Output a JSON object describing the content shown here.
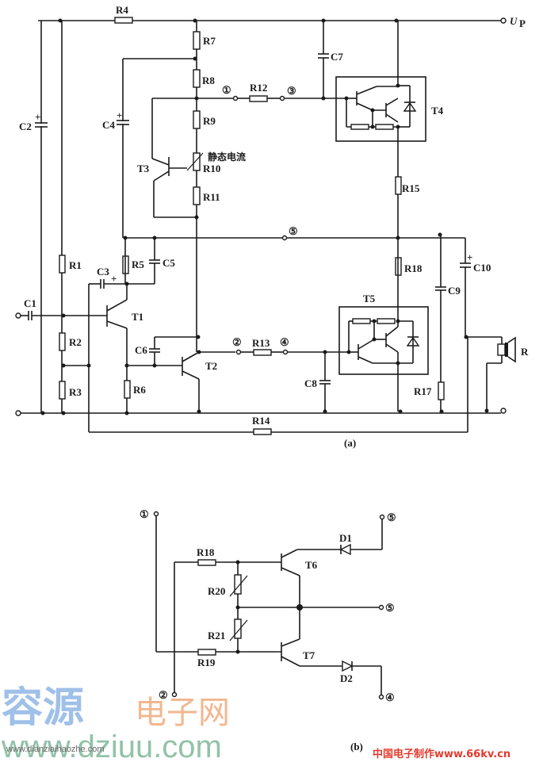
{
  "diagram": {
    "supply_label": "U",
    "supply_subscript": "P",
    "caption_a": "(a)",
    "caption_b": "(b)",
    "quiescent_current_label": "静态电流",
    "resistors_a": [
      "R4",
      "R7",
      "R8",
      "R9",
      "R10",
      "R11",
      "R12",
      "R13",
      "R14",
      "R15",
      "R18",
      "R17",
      "R1",
      "R2",
      "R3",
      "R5",
      "R6"
    ],
    "labels": {
      "R1": "R1",
      "R2": "R2",
      "R3": "R3",
      "R4": "R4",
      "R5": "R5",
      "R6": "R6",
      "R7": "R7",
      "R8": "R8",
      "R9": "R9",
      "R10": "R10",
      "R11": "R11",
      "R12": "R12",
      "R13": "R13",
      "R14": "R14",
      "R15": "R15",
      "R17": "R17",
      "R18": "R18",
      "C1": "C1",
      "C2": "C2",
      "C3": "C3",
      "C4": "C4",
      "C5": "C5",
      "C6": "C6",
      "C7": "C7",
      "C8": "C8",
      "C9": "C9",
      "C10": "C10",
      "T1": "T1",
      "T2": "T2",
      "T3": "T3",
      "T4": "T4",
      "T5": "T5",
      "speaker": "R"
    },
    "nodes": {
      "n1": "①",
      "n2": "②",
      "n3": "③",
      "n4": "④",
      "n5": "⑤"
    },
    "labels_b": {
      "R18": "R18",
      "R19": "R19",
      "R20": "R20",
      "R21": "R21",
      "T6": "T6",
      "T7": "T7",
      "D1": "D1",
      "D2": "D2"
    }
  },
  "watermarks": {
    "brand_cn": "容源",
    "brand_cn2": "电子网",
    "brand_url": "www.dziuu.com",
    "small_url": "www.dianziaihaozhe.com",
    "right_mark": "中国电子制作www.66kv.cn"
  }
}
